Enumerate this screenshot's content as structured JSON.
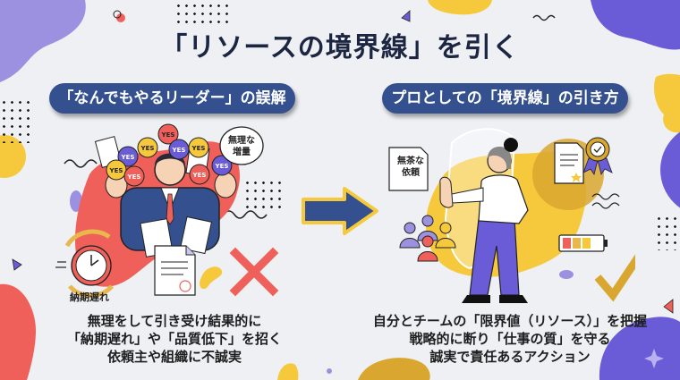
{
  "title": "「リソースの境界線」を引く",
  "left_panel": {
    "heading": "「なんでもやるリーダー」の誤解",
    "speech_bubble": [
      "無理な",
      "増量"
    ],
    "yes_badge": "YES",
    "clock_label": "納期遅れ",
    "caption": [
      "無理をして引き受け結果的に",
      "「納期遅れ」や「品質低下」を招く",
      "依頼主や組織に不誠実"
    ],
    "mark": "cross"
  },
  "right_panel": {
    "heading": "プロとしての「境界線」の引き方",
    "note": [
      "無茶な",
      "依頼"
    ],
    "caption": [
      "自分とチームの「限界値（リソース）」を把握",
      "戦略的に断り「仕事の質」を守る",
      "誠実で責任あるアクション"
    ],
    "mark": "check"
  },
  "colors": {
    "background": "#eef0f4",
    "navy": "#34508f",
    "title_text": "#1c2541",
    "coral": "#f0605a",
    "yellow": "#f5c93b",
    "mustard": "#d9a72f",
    "purple": "#6a5bd6",
    "lavender": "#9b91e0"
  }
}
